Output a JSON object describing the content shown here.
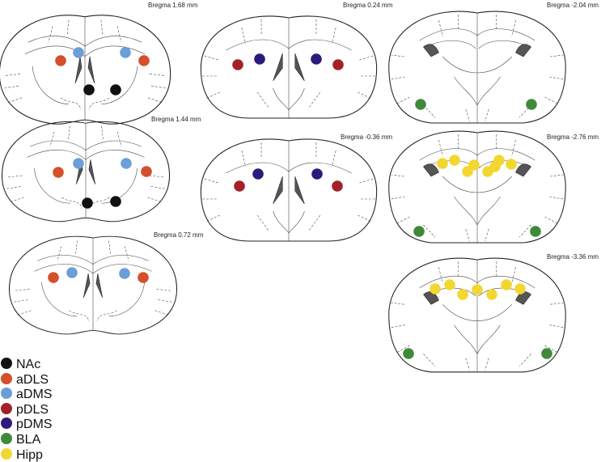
{
  "sections": [
    {
      "id": "s1",
      "label": "Bregma 1.68 mm",
      "shape": "ant",
      "sites": [
        "aDMS",
        "aDLS",
        "NAc"
      ]
    },
    {
      "id": "s2",
      "label": "Bregma 1.44 mm",
      "shape": "ant",
      "sites": [
        "aDMS",
        "aDLS",
        "NAc"
      ]
    },
    {
      "id": "s3",
      "label": "Bregma 0.72 mm",
      "shape": "ant",
      "sites": [
        "aDMS",
        "aDLS"
      ]
    },
    {
      "id": "s4",
      "label": "Bregma 0.24 mm",
      "shape": "mid",
      "sites": [
        "pDMS",
        "pDLS"
      ]
    },
    {
      "id": "s5",
      "label": "Bregma -0.36 mm",
      "shape": "mid",
      "sites": [
        "pDMS",
        "pDLS"
      ]
    },
    {
      "id": "s6",
      "label": "Bregma -2.04 mm",
      "shape": "post",
      "sites": [
        "BLA"
      ]
    },
    {
      "id": "s7",
      "label": "Bregma -2.76 mm",
      "shape": "post",
      "sites": [
        "BLA",
        "Hipp"
      ]
    },
    {
      "id": "s8",
      "label": "Bregma -3.36 mm",
      "shape": "post",
      "sites": [
        "BLA",
        "Hipp"
      ]
    }
  ],
  "legend": [
    {
      "label": "NAc",
      "color": "#111111"
    },
    {
      "label": "aDLS",
      "color": "#d3502b"
    },
    {
      "label": "aDMS",
      "color": "#6a9fd8"
    },
    {
      "label": "pDLS",
      "color": "#a32127"
    },
    {
      "label": "pDMS",
      "color": "#2e1a7a"
    },
    {
      "label": "BLA",
      "color": "#3f8a3a"
    },
    {
      "label": "Hipp",
      "color": "#f2d730"
    }
  ]
}
